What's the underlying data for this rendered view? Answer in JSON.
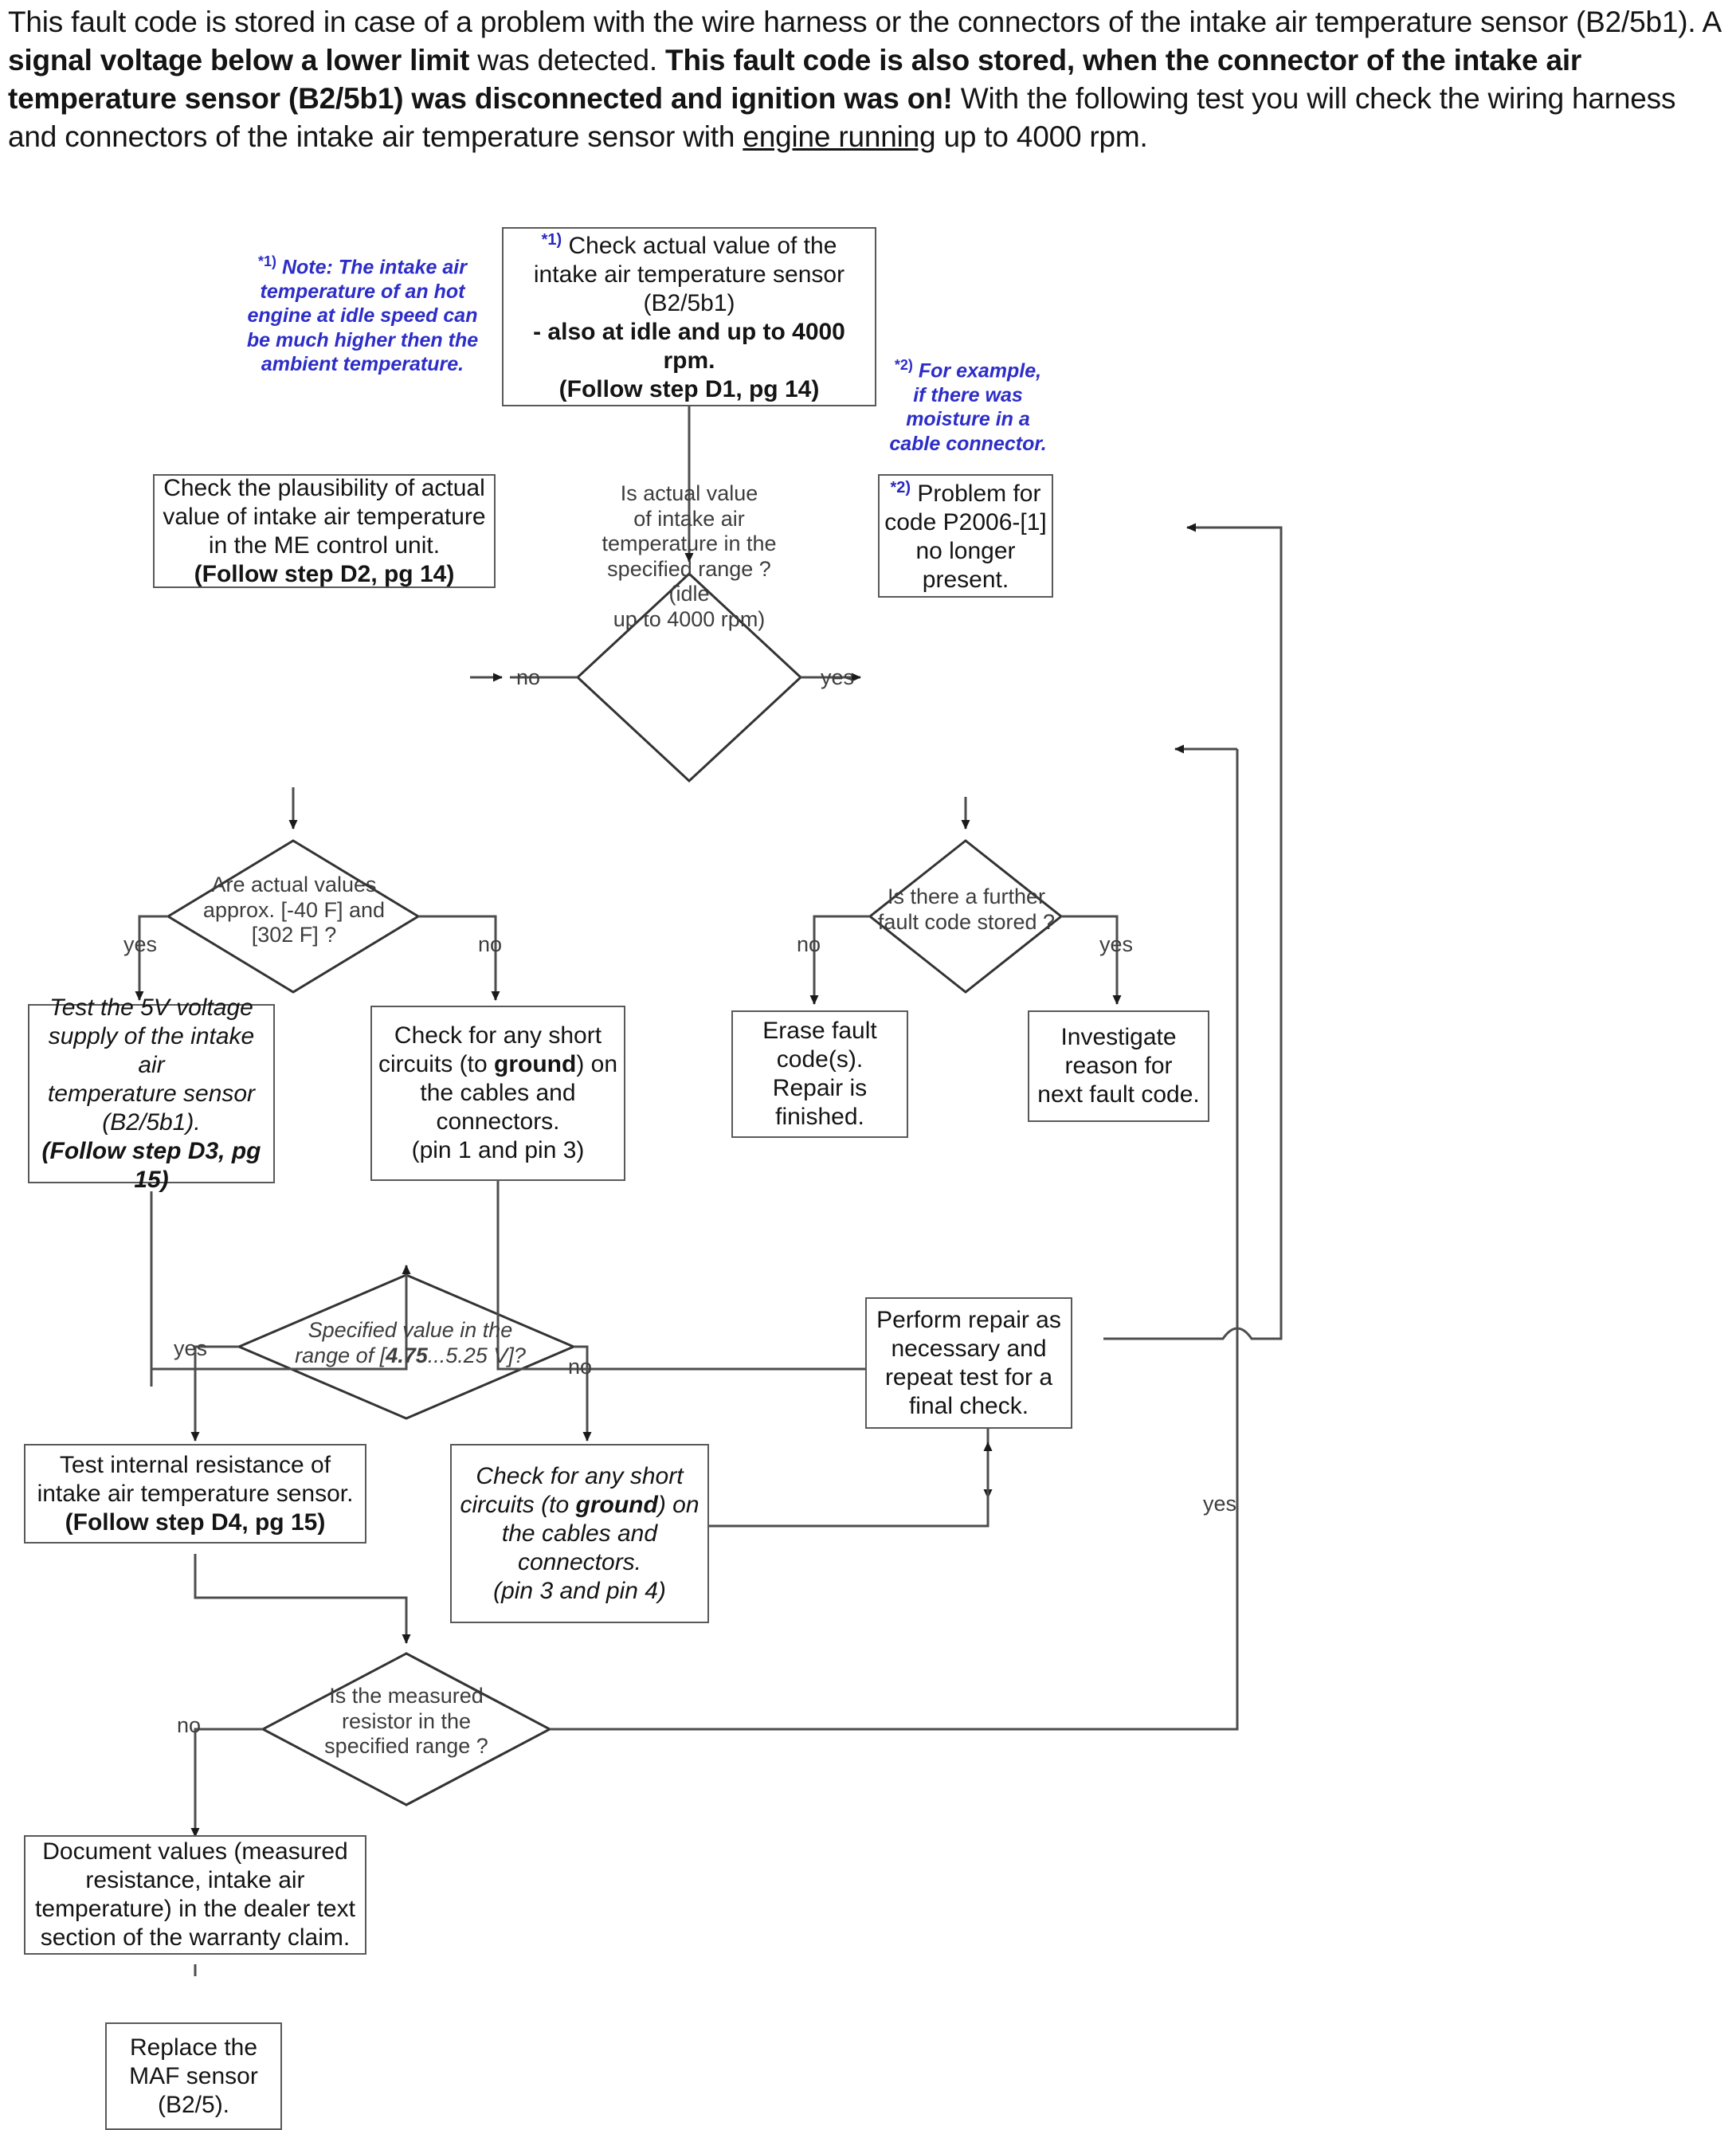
{
  "intro": {
    "segments": [
      {
        "t": "This fault code is stored in case of a problem with the wire harness or the connectors of the intake air temperature sensor (B2/5b1). A ",
        "style": "normal"
      },
      {
        "t": "signal voltage below a lower limit",
        "style": "bold"
      },
      {
        "t": " was detected. ",
        "style": "normal"
      },
      {
        "t": "This fault code is also stored, when the connector of the intake air temperature sensor (B2/5b1) was disconnected and ignition was on!",
        "style": "bold"
      },
      {
        "t": "  With the following test you will check the wiring harness and connectors of the intake air temperature sensor with ",
        "style": "normal"
      },
      {
        "t": "engine running",
        "style": "underline"
      },
      {
        "t": " up to 4000 rpm.",
        "style": "normal"
      }
    ],
    "full_text": "This fault code is stored in case of a problem with the wire harness or the connectors of the intake air temperature sensor (B2/5b1). A signal voltage below a lower limit was detected. This fault code is also stored, when the connector of the intake air temperature sensor (B2/5b1) was disconnected and ignition was on!  With the following test you will check the wiring harness and connectors of the intake air temperature sensor with engine running up to 4000 rpm."
  },
  "colors": {
    "note_blue": "#2d2dc8",
    "box_border": "#595959",
    "line": "#4d4d4d",
    "text": "#141414"
  },
  "notes": [
    {
      "id": "note-1",
      "marker": "*1)",
      "text": "Note: The intake air temperature of an hot engine at idle speed can be much higher then the ambient temperature."
    },
    {
      "id": "note-2",
      "marker": "*2)",
      "text": "For example, if there was moisture in a cable connector."
    }
  ],
  "nodes": [
    {
      "id": "check-actual-value",
      "type": "process",
      "marker": "*1)",
      "lines": [
        "Check actual value of the",
        "intake air temperature sensor",
        "(B2/5b1)",
        "- also at idle and up to 4000 rpm.",
        "(Follow step D1, pg 14)"
      ],
      "bold_lines": [
        3,
        4
      ]
    },
    {
      "id": "is-actual-value-in-range",
      "type": "decision",
      "lines": [
        "Is actual value",
        "of intake air",
        "temperature in the",
        "specified range ? (idle",
        "up to 4000 rpm)"
      ]
    },
    {
      "id": "check-plausibility",
      "type": "process",
      "lines": [
        "Check the plausibility of actual",
        "value of intake air temperature",
        "in the ME control unit.",
        "(Follow step D2, pg 14)"
      ],
      "bold_lines": [
        3
      ]
    },
    {
      "id": "problem-no-longer-present",
      "type": "process",
      "marker": "*2)",
      "lines": [
        "Problem for",
        "code P2006-[1]",
        "no longer",
        "present."
      ]
    },
    {
      "id": "are-actual-values-approx",
      "type": "decision",
      "lines": [
        "Are actual values",
        "approx. [-40 F] and",
        "[302 F] ?"
      ]
    },
    {
      "id": "is-there-further-fault-code",
      "type": "decision",
      "lines": [
        "Is there a further",
        "fault code stored ?"
      ]
    },
    {
      "id": "test-5v-supply",
      "type": "process",
      "italic": true,
      "lines": [
        "Test the 5V voltage",
        "supply of the intake air",
        "temperature sensor",
        "(B2/5b1).",
        "(Follow step D3, pg 15)"
      ],
      "bold_lines": [
        4
      ]
    },
    {
      "id": "check-short-pin1-pin3",
      "type": "process",
      "lines": [
        "Check for any short",
        "circuits (to ground) on",
        "the cables and",
        "connectors.",
        "(pin 1 and pin 3)"
      ],
      "bold_word": "ground"
    },
    {
      "id": "erase-fault-codes",
      "type": "process",
      "lines": [
        "Erase fault",
        "code(s).",
        "Repair is",
        "finished."
      ]
    },
    {
      "id": "investigate-reason",
      "type": "process",
      "lines": [
        "Investigate",
        "reason for",
        "next fault code."
      ]
    },
    {
      "id": "specified-value-range",
      "type": "decision",
      "italic": true,
      "lines": [
        "Specified value in the",
        "range of [4.75...5.25 V]?"
      ],
      "bold_word": "4.75"
    },
    {
      "id": "perform-repair",
      "type": "process",
      "lines": [
        "Perform repair as",
        "necessary and",
        "repeat test  for a",
        "final check."
      ]
    },
    {
      "id": "test-internal-resistance",
      "type": "process",
      "lines": [
        "Test internal resistance of",
        "intake air temperature sensor.",
        "(Follow step D4, pg 15)"
      ],
      "bold_lines": [
        2
      ]
    },
    {
      "id": "check-short-pin3-pin4",
      "type": "process",
      "italic": true,
      "lines": [
        "Check for any short",
        "circuits (to ground) on",
        "the cables and",
        "connectors.",
        "(pin 3 and pin 4)"
      ],
      "bold_word": "ground"
    },
    {
      "id": "is-resistor-in-range",
      "type": "decision",
      "lines": [
        "Is the measured",
        "resistor in the",
        "specified range ?"
      ]
    },
    {
      "id": "document-values",
      "type": "process",
      "lines": [
        "Document values (measured",
        "resistance, intake air",
        "temperature) in the dealer text",
        "section of the warranty claim."
      ]
    },
    {
      "id": "replace-maf-sensor",
      "type": "process",
      "lines": [
        "Replace the",
        "MAF sensor",
        "(B2/5)."
      ]
    }
  ],
  "edge_labels": [
    {
      "id": "edge-label-no-1",
      "text": "no"
    },
    {
      "id": "edge-label-yes-1",
      "text": "yes"
    },
    {
      "id": "edge-label-yes-2",
      "text": "yes"
    },
    {
      "id": "edge-label-no-2",
      "text": "no"
    },
    {
      "id": "edge-label-no-3",
      "text": "no"
    },
    {
      "id": "edge-label-yes-3",
      "text": "yes"
    },
    {
      "id": "edge-label-yes-4",
      "text": "yes"
    },
    {
      "id": "edge-label-no-4",
      "text": "no"
    },
    {
      "id": "edge-label-no-5",
      "text": "no"
    },
    {
      "id": "edge-label-yes-5",
      "text": "yes"
    }
  ]
}
